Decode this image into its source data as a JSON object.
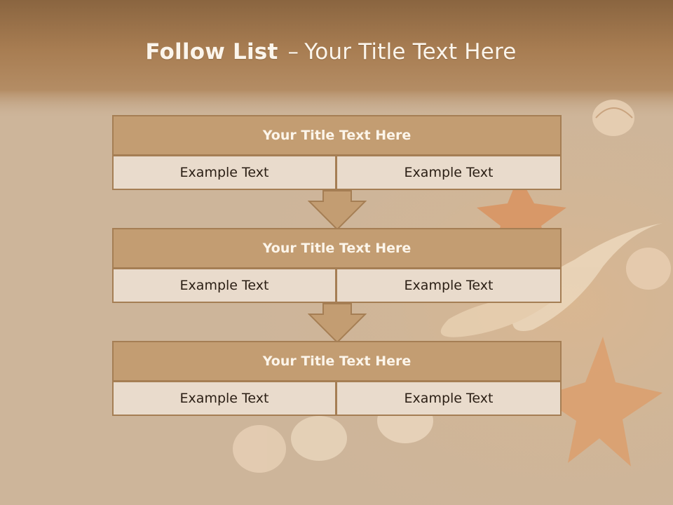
{
  "slide": {
    "title_bold": "Follow List",
    "title_separator": "–",
    "title_rest": "Your Title Text Here"
  },
  "steps": [
    {
      "title": "Your Title Text Here",
      "left": "Example Text",
      "right": "Example Text"
    },
    {
      "title": "Your Title Text Here",
      "left": "Example Text",
      "right": "Example Text"
    },
    {
      "title": "Your Title Text Here",
      "left": "Example Text",
      "right": "Example Text"
    }
  ],
  "colors": {
    "header_band": "#9a7048",
    "box_title": "#c39d72",
    "box_border": "#a57e54",
    "box_cell": "#e9dbcc",
    "arrow": "#c39d72",
    "sand": "#cdb59a"
  },
  "icons": [
    "seashell-icon",
    "starfish-icon",
    "spiral-shell-icon"
  ]
}
